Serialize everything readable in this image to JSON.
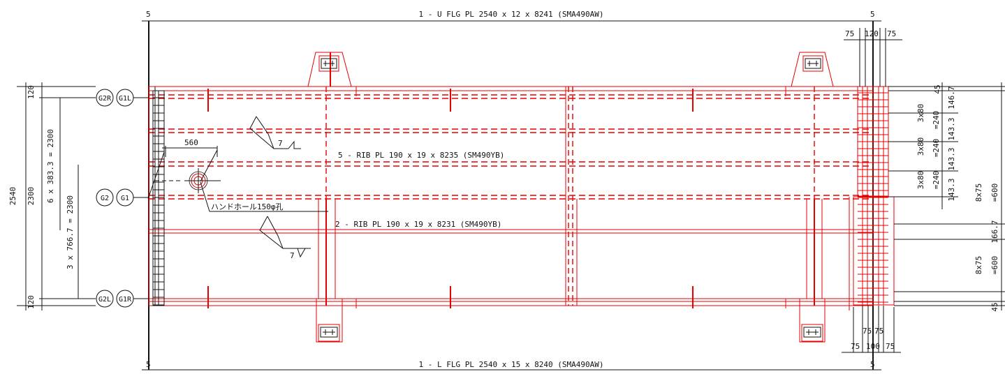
{
  "dims": {
    "end_left_top": "5",
    "end_right_top": "5",
    "end_left_bottom": "5",
    "end_right_bottom": "5",
    "upper_flange": "1 - U FLG PL 2540 x 12 x 8241 (SMA490AW)",
    "lower_flange": "1 - L FLG PL 2540 x 15 x 8240 (SMA490AW)",
    "rib_upper": "5 - RIB PL  190 x 19 x 8235 (SM490YB)",
    "rib_lower": "2 - RIB PL  190 x 19 x 8231 (SM490YB)",
    "handhole": "ハンドホール150φ孔",
    "handhole_offset": "560",
    "weld_top": "7",
    "weld_bottom": "7",
    "width_total": "2540",
    "width_inner": "2300",
    "top_edge": "120",
    "bottom_edge": "120",
    "upper_rib_spacing": "6 x 383.3 = 2300",
    "lower_rib_spacing": "3 x 766.7 = 2300",
    "splice_top_left": "75",
    "splice_top_mid": "120",
    "splice_top_right": "75",
    "splice_bot_left": "75",
    "splice_bot_mid": "100",
    "splice_bot_right": "75",
    "splice_bot_inner_left": "75",
    "splice_bot_inner_right": "75",
    "right_45_top": "45",
    "right_146_7": "146.7",
    "right_3x80_a": "3x80",
    "right_240_a": "=240",
    "right_143_3_a": "143.3",
    "right_3x80_b": "3x80",
    "right_240_b": "=240",
    "right_143_3_b": "143.3",
    "right_3x80_c": "3x80",
    "right_240_c": "=240",
    "right_143_3_c": "143.3",
    "right_8x75_a": "8x75",
    "right_600_a": "=600",
    "right_166_7": "166.7",
    "right_8x75_b": "8x75",
    "right_600_b": "=600",
    "right_45_bot": "45"
  },
  "girder_labels": {
    "g2r": "G2R",
    "g1l": "G1L",
    "g2": "G2",
    "g1": "G1",
    "g2l": "G2L",
    "g1r": "G1R"
  },
  "colors": {
    "line": "#111111",
    "member": "#e60000"
  }
}
